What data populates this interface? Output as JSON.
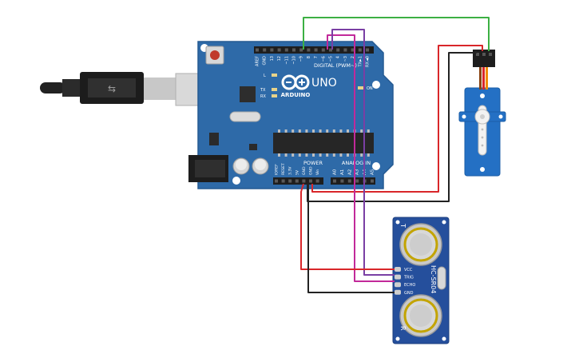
{
  "arduino": {
    "digital_header": "DIGITAL (PWM~)",
    "digital_pins": [
      "AREF",
      "GND",
      "13",
      "12",
      "~11",
      "~10",
      "~9",
      "8",
      "7",
      "~6",
      "~5",
      "4",
      "~3",
      "2",
      "TX►1",
      "RX◄0"
    ],
    "model": "UNO",
    "brand": "ARDUINO",
    "led_l": "L",
    "led_tx": "TX",
    "led_rx": "RX",
    "led_on": "ON",
    "power_header": "POWER",
    "power_pins": [
      "IOREF",
      "RESET",
      "3.3V",
      "5V",
      "GND",
      "GND",
      "Vin"
    ],
    "analog_header": "ANALOG IN",
    "analog_pins": [
      "A0",
      "A1",
      "A2",
      "A3",
      "A4",
      "A5"
    ]
  },
  "sensor": {
    "model": "HC-SR04",
    "pins": [
      "VCC",
      "TRIG",
      "ECHO",
      "GND"
    ],
    "side_left": "T",
    "side_right": "R"
  },
  "colors": {
    "board": "#2e6aa8",
    "board_dark": "#1f4f82",
    "sensor_board": "#254f9c",
    "servo": "#2470c4",
    "wire_green": "#3cb043",
    "wire_red": "#d9262a",
    "wire_black": "#222222",
    "wire_magenta": "#c2299a",
    "wire_purple": "#7a3fa4"
  }
}
